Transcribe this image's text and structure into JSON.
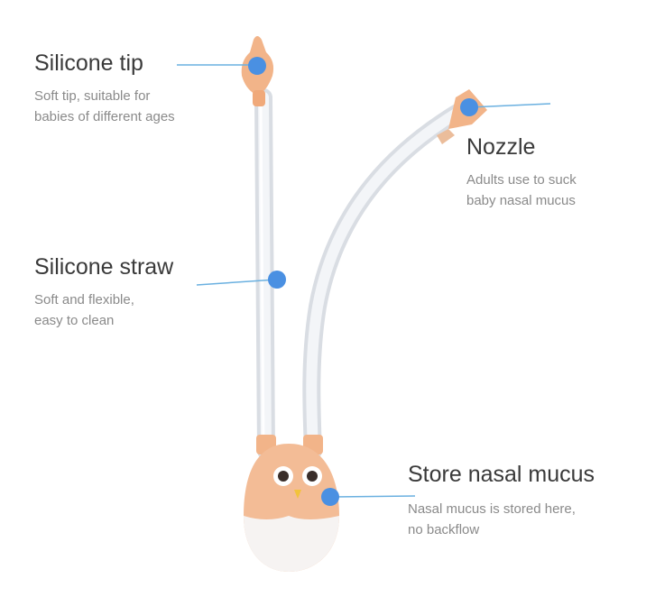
{
  "callouts": {
    "tip": {
      "title": "Silicone tip",
      "desc_lines": [
        "Soft tip, suitable for",
        "babies of different ages"
      ]
    },
    "straw": {
      "title": "Silicone straw",
      "desc_lines": [
        "Soft and flexible,",
        "easy to clean"
      ]
    },
    "nozzle": {
      "title": "Nozzle",
      "desc_lines": [
        "Adults use to suck",
        "baby nasal mucus"
      ]
    },
    "store": {
      "title": "Store nasal mucus",
      "desc_lines": [
        "Nasal mucus is stored here,",
        "no backflow"
      ]
    }
  },
  "colors": {
    "accent_blue": "#4a90e2",
    "leader_line": "#6ab0e0",
    "silicone_peach": "#f2b489",
    "tube": "#e6e9ee",
    "title_text": "#3a3a3a",
    "desc_text": "#8a8a8a"
  },
  "icons": {
    "product": "nasal-aspirator-owl-illustration"
  }
}
